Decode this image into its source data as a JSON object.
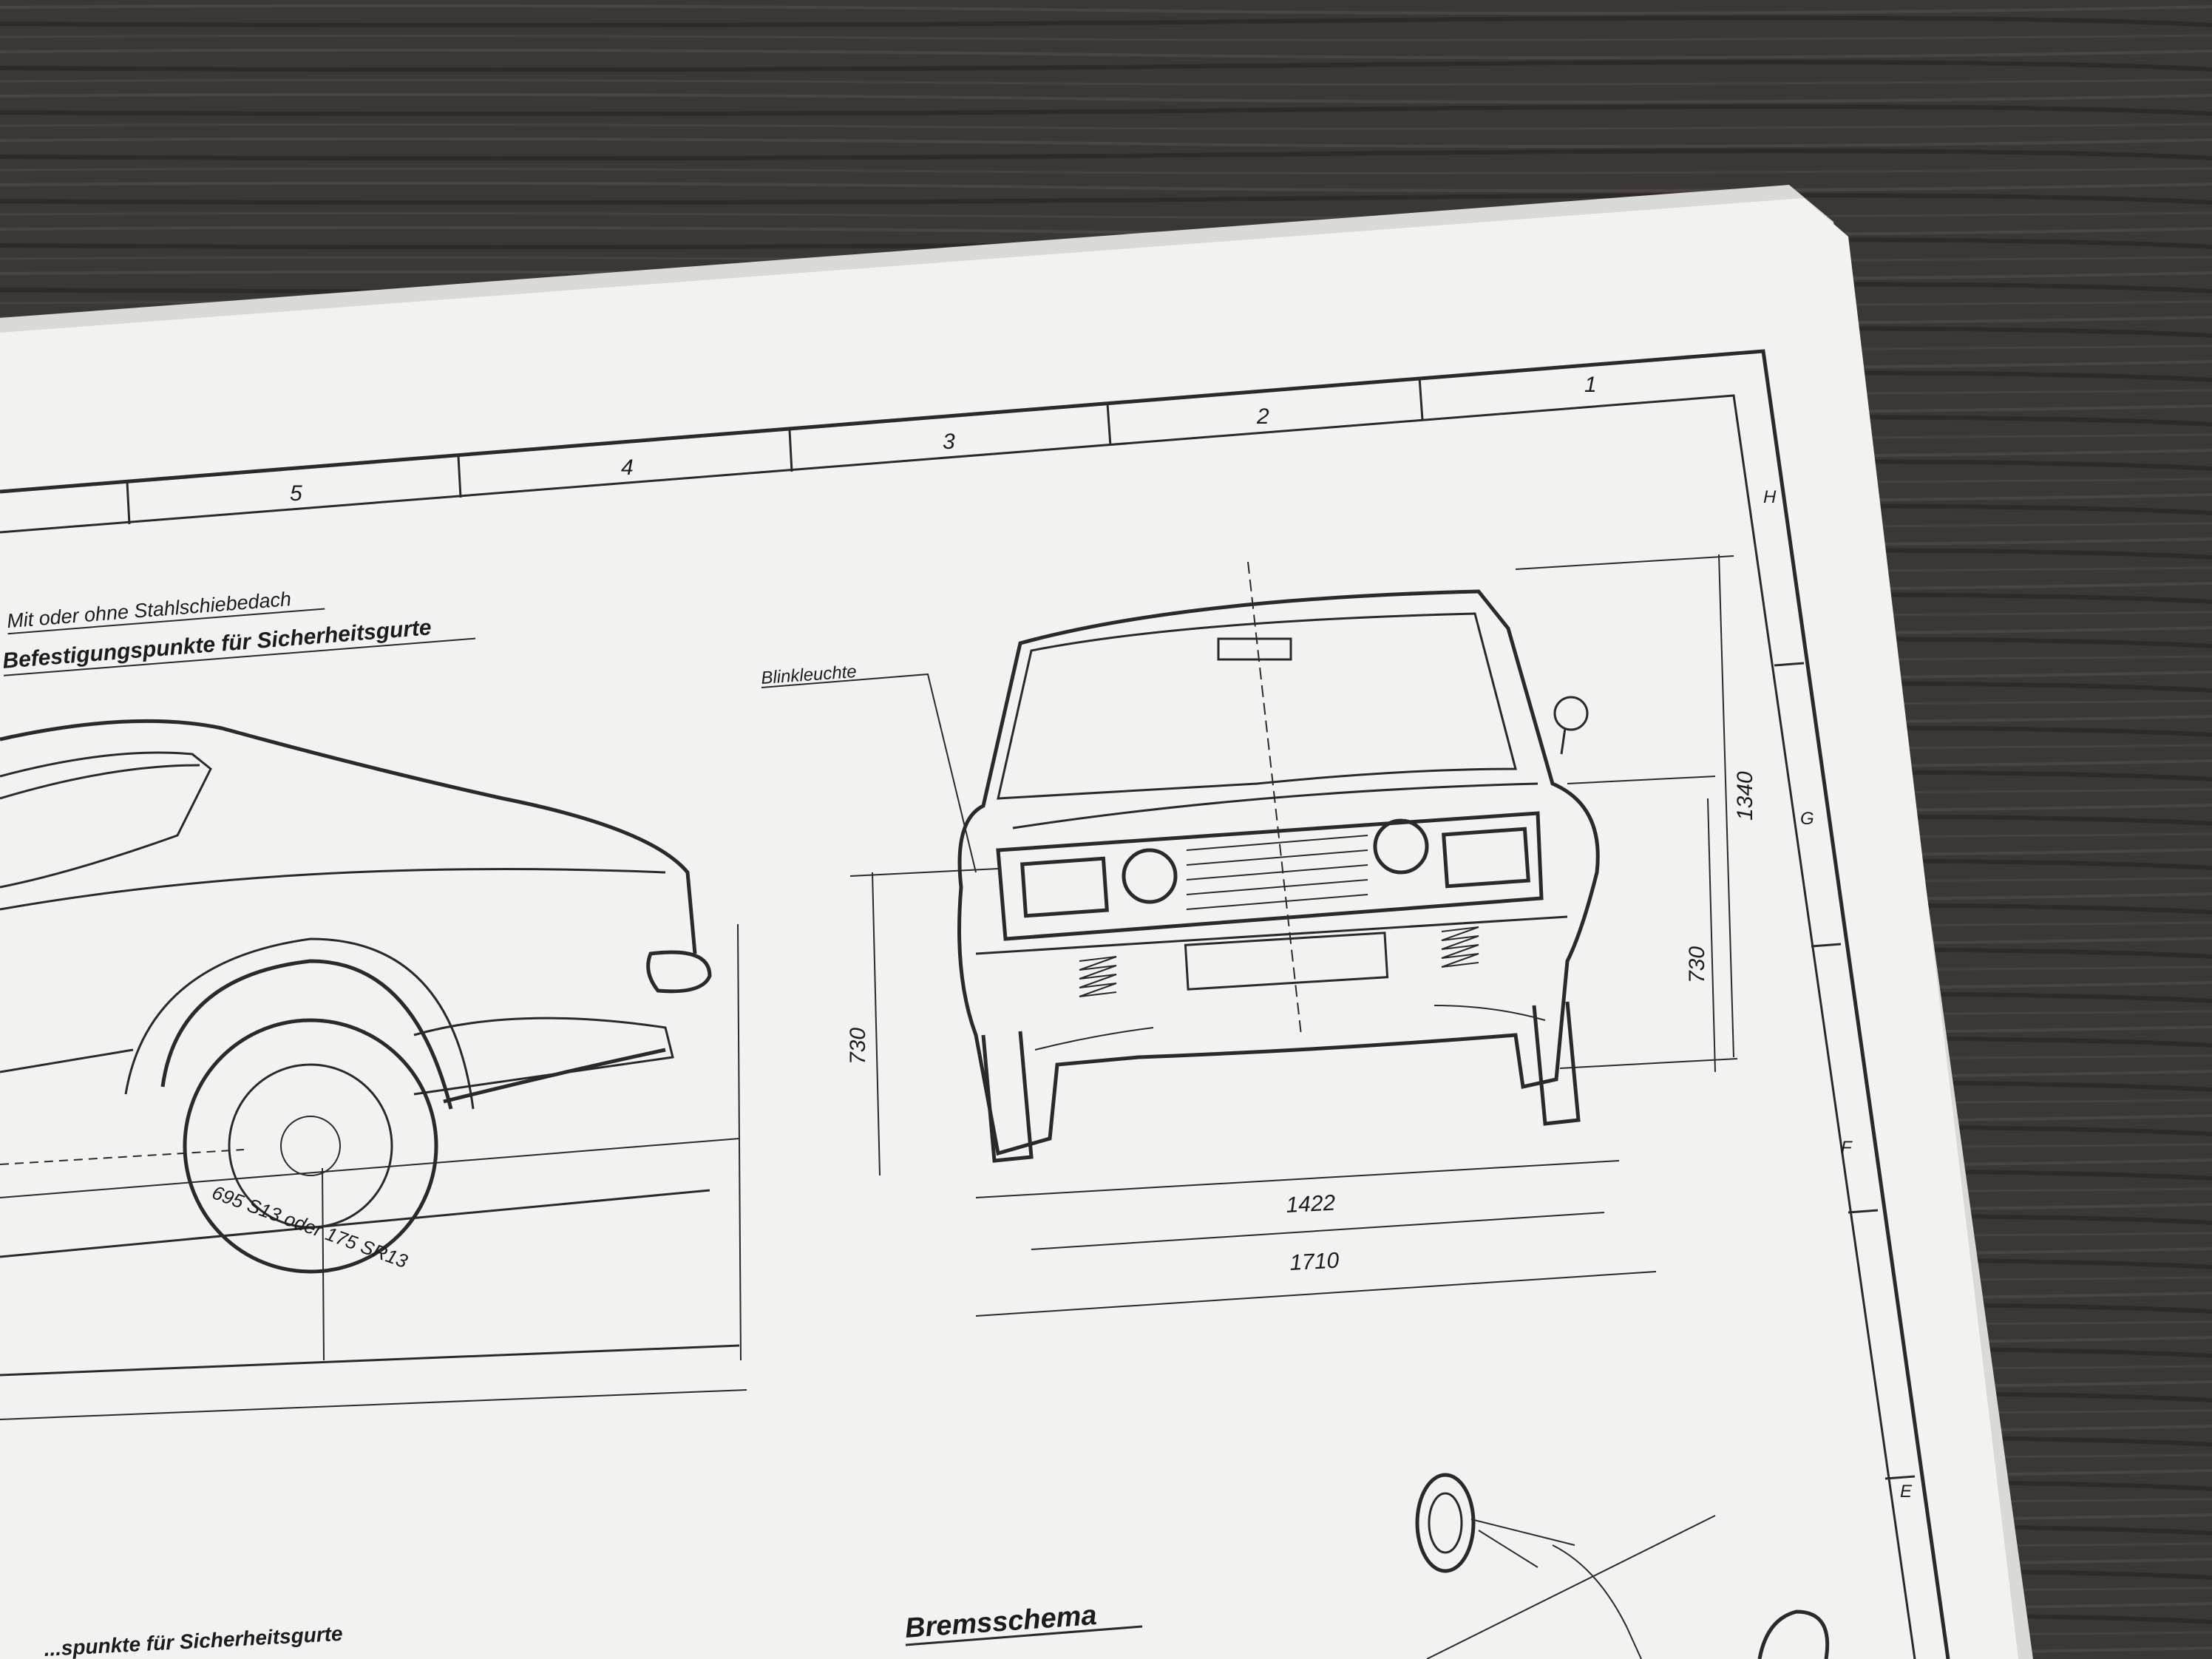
{
  "sheet": {
    "zone_numbers": [
      "5",
      "4",
      "3",
      "2",
      "1"
    ],
    "zone_letters": [
      "H",
      "G",
      "F",
      "E"
    ]
  },
  "notes": {
    "roof_option": "Mit oder ohne Stahlschiebedach",
    "seatbelt_points": "Befestigungspunkte für Sicherheitsgurte",
    "seatbelt_points_lower": "...spunkte für Sicherheitsgurte"
  },
  "side_view": {
    "tire_size": "695 S13 oder 175 SR13"
  },
  "rear_view": {
    "indicator_label": "Blinkleuchte",
    "dimensions": {
      "height": "1340",
      "bumper_height_right": "730",
      "bumper_height_left": "730",
      "track": "1422",
      "width": "1710"
    }
  },
  "brake": {
    "title": "Bremsschema"
  },
  "colors": {
    "paper": "#f2f2f0",
    "ink": "#2a2a2a",
    "table": "#3a3633"
  }
}
